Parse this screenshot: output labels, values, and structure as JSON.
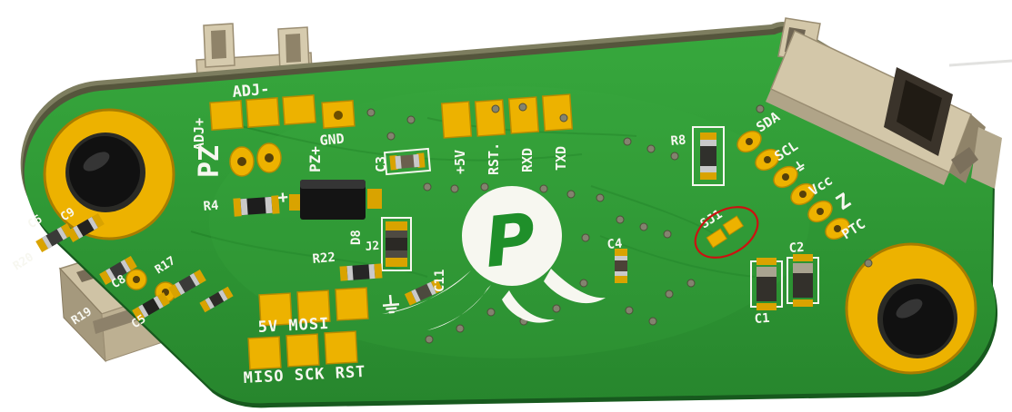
{
  "scene": {
    "description": "3D render of an assembled green PCB with gold pads, silkscreen labels, SMD components, tan connectors and a red hand-drawn circle around solder jumper SJ1",
    "logo": {
      "letter": "P"
    }
  },
  "colors": {
    "background": "#ffffff",
    "board_green": "#2f9b35",
    "board_green_dark": "#27862d",
    "board_edge": "#5c5c40",
    "copper_gold": "#edb200",
    "gold_dark": "#a87c00",
    "silkscreen_white": "#f7f7f0",
    "connector_tan": "#d3c7a9",
    "connector_tan_dark": "#8f8369",
    "connector_slot": "#2a241c",
    "component_dark": "#232323",
    "component_silver": "#c9c9c9",
    "annotation_red": "#cc1111"
  },
  "annotation": {
    "target": "SJ1",
    "shape": "hand-drawn ellipse",
    "color": "#cc1111"
  },
  "silkscreen": {
    "adj_minus": "ADJ-",
    "adj_plus": "ADJ+",
    "pz": "PZ",
    "pz_plus": "PZ+",
    "gnd": "GND",
    "c3": "C3",
    "plus5v": "+5V",
    "rst": "RST.",
    "rxd": "RXD",
    "txd": "TXD",
    "r8": "R8",
    "sda": "SDA",
    "scl": "SCL",
    "vcc": "Vcc",
    "z": "Z",
    "ptc": "PTC",
    "sj1": "SJ1",
    "c4": "C4",
    "c2": "C2",
    "c1": "C1",
    "c6": "C6",
    "c9": "C9",
    "r20": "R20",
    "r19": "R19",
    "c8": "C8",
    "r17": "R17",
    "c5": "C5",
    "r4": "R4",
    "plus_mark": "+",
    "d8": "D8",
    "r22": "R22",
    "j2": "J2",
    "c11": "C11",
    "isp_row1": "5V MOSI",
    "isp_row2": "MISO SCK RST"
  }
}
